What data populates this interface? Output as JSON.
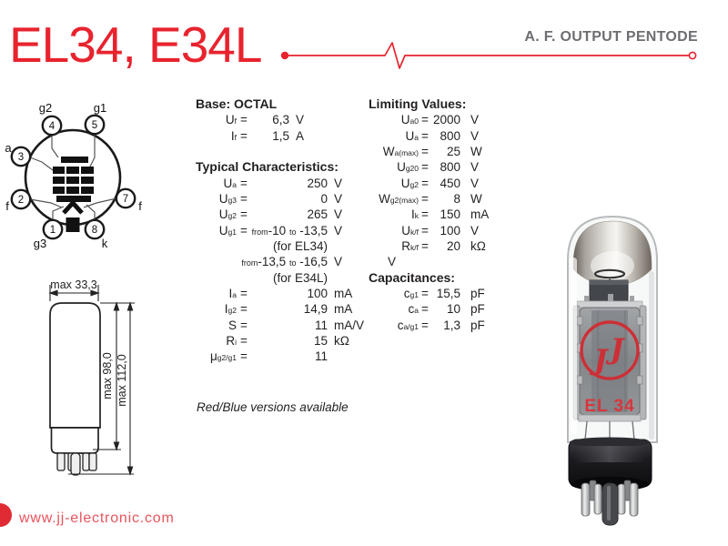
{
  "eq": "=",
  "header": {
    "title": "EL34, E34L",
    "subtitle": "A. F. OUTPUT PENTODE"
  },
  "colors": {
    "accent_red": "#e8232e",
    "subtitle_gray": "#6d6e71",
    "text_dark": "#231f20",
    "logo_red": "#cd2f36",
    "footer_red": "#e9545c"
  },
  "pin_diagram": {
    "pins": [
      {
        "number": "1",
        "label": "g3"
      },
      {
        "number": "2",
        "label": "f"
      },
      {
        "number": "3",
        "label": "a"
      },
      {
        "number": "4",
        "label": "g2"
      },
      {
        "number": "5",
        "label": "g1"
      },
      {
        "number": "7",
        "label": "f"
      },
      {
        "number": "8",
        "label": "k"
      }
    ]
  },
  "base_section": {
    "heading": "Base: OCTAL",
    "rows": [
      {
        "sym": "U",
        "sub": "f",
        "value": "6,3",
        "unit": "V"
      },
      {
        "sym": "I",
        "sub": "f",
        "value": "1,5",
        "unit": "A"
      }
    ]
  },
  "typical": {
    "heading": "Typical Characteristics:",
    "rows": [
      {
        "sym": "U",
        "sub": "a",
        "value": "250",
        "unit": "V"
      },
      {
        "sym": "U",
        "sub": "g3",
        "value": "0",
        "unit": "V"
      },
      {
        "sym": "U",
        "sub": "g2",
        "value": "265",
        "unit": "V"
      }
    ],
    "ug1": {
      "sym": "U",
      "sub": "g1",
      "from_word": "from",
      "to_word": "to",
      "line1_v1": "-10",
      "line1_v2": "-13,5",
      "line1_unit": "V",
      "line1_note": "(for EL34)",
      "line2_v1": "-13,5",
      "line2_v2": "-16,5",
      "line2_unit": "V",
      "line2_note": "(for E34L)"
    },
    "rows2": [
      {
        "sym": "I",
        "sub": "a",
        "value": "100",
        "unit": "mA"
      },
      {
        "sym": "I",
        "sub": "g2",
        "value": "14,9",
        "unit": "mA"
      },
      {
        "sym": "S",
        "sub": "",
        "value": "11",
        "unit": "mA/V"
      },
      {
        "sym": "R",
        "sub": "i",
        "value": "15",
        "unit": "kΩ"
      },
      {
        "sym": "μ",
        "sub": "g2/g1",
        "value": "11",
        "unit": ""
      }
    ]
  },
  "limiting": {
    "heading": "Limiting Values:",
    "rows": [
      {
        "sym": "U",
        "sub": "a0",
        "value": "2000",
        "unit": "V"
      },
      {
        "sym": "U",
        "sub": "a",
        "value": "800",
        "unit": "V"
      },
      {
        "sym": "W",
        "sub": "a(max)",
        "value": "25",
        "unit": "W"
      },
      {
        "sym": "U",
        "sub": "g20",
        "value": "800",
        "unit": "V"
      },
      {
        "sym": "U",
        "sub": "g2",
        "value": "450",
        "unit": "V"
      },
      {
        "sym": "W",
        "sub": "g2(max)",
        "value": "8",
        "unit": "W"
      },
      {
        "sym": "I",
        "sub": "k",
        "value": "150",
        "unit": "mA"
      },
      {
        "sym": "U",
        "sub": "k/f",
        "value": "100",
        "unit": "V"
      },
      {
        "sym": "R",
        "sub": "k/f",
        "value": "20",
        "unit": "kΩ"
      }
    ],
    "stray": "V"
  },
  "capacitances": {
    "heading": "Capacitances:",
    "rows": [
      {
        "sym": "c",
        "sub": "g1",
        "value": "15,5",
        "unit": "pF"
      },
      {
        "sym": "c",
        "sub": "a",
        "value": "10",
        "unit": "pF"
      },
      {
        "sym": "c",
        "sub": "a/g1",
        "value": "1,3",
        "unit": "pF"
      }
    ]
  },
  "note": "Red/Blue versions available",
  "dimensions": {
    "width": "max 33,3",
    "height_bulb": "max 98,0",
    "height_total": "max 112,0"
  },
  "tube": {
    "logo_letters": [
      "J",
      "J"
    ],
    "model": "EL 34"
  },
  "footer": {
    "url": "www.jj-electronic.com"
  }
}
